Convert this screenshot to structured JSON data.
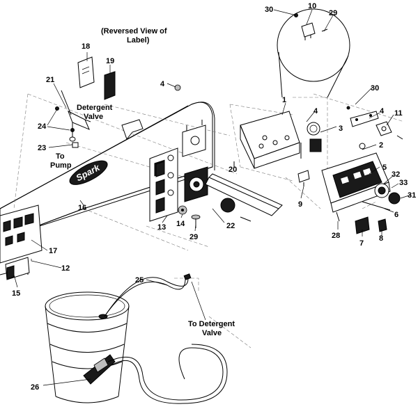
{
  "callouts": {
    "c1": "1",
    "c2": "2",
    "c3": "3",
    "c4a": "4",
    "c4b": "4",
    "c4c": "4",
    "c5": "5",
    "c6": "6",
    "c7": "7",
    "c8": "8",
    "c9": "9",
    "c10": "10",
    "c11": "11",
    "c12": "12",
    "c13": "13",
    "c14": "14",
    "c15": "15",
    "c16": "16",
    "c17": "17",
    "c18": "18",
    "c19": "19",
    "c20": "20",
    "c21": "21",
    "c22": "22",
    "c23": "23",
    "c24": "24",
    "c25": "25",
    "c26": "26",
    "c28": "28",
    "c29a": "29",
    "c29b": "29",
    "c30a": "30",
    "c30b": "30",
    "c31": "31",
    "c32": "32",
    "c33": "33"
  },
  "labels": {
    "reversed_line1": "(Reversed View of",
    "reversed_line2": "Label)",
    "detergent_line1": "Detergent",
    "detergent_line2": "Valve",
    "to_pump_line1": "To",
    "to_pump_line2": "Pump",
    "to_detergent_line1": "To Detergent",
    "to_detergent_line2": "Valve"
  },
  "logo_text": "Spark"
}
